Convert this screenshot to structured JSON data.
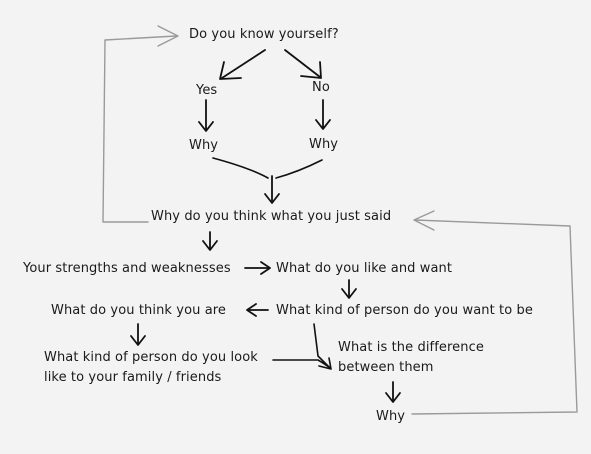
{
  "nodes": {
    "know_yourself": "Do you know yourself?",
    "yes": "Yes",
    "no": "No",
    "why_left": "Why",
    "why_right": "Why",
    "why_think": "Why do you think what you just said",
    "strengths": "Your strengths and weaknesses",
    "like_want": "What do you like and want",
    "think_you_are": "What do you think you are",
    "want_to_be": "What kind of person do you want to be",
    "look_like_line1": "What kind of person do you look",
    "look_like_line2": "like to your family / friends",
    "difference_line1": "What is the difference",
    "difference_line2": "between them",
    "why_final": "Why"
  },
  "colors": {
    "text": "#1a1a1a",
    "arrow": "#111111",
    "loop": "#9a9a9a",
    "background": "#f3f3f3"
  }
}
